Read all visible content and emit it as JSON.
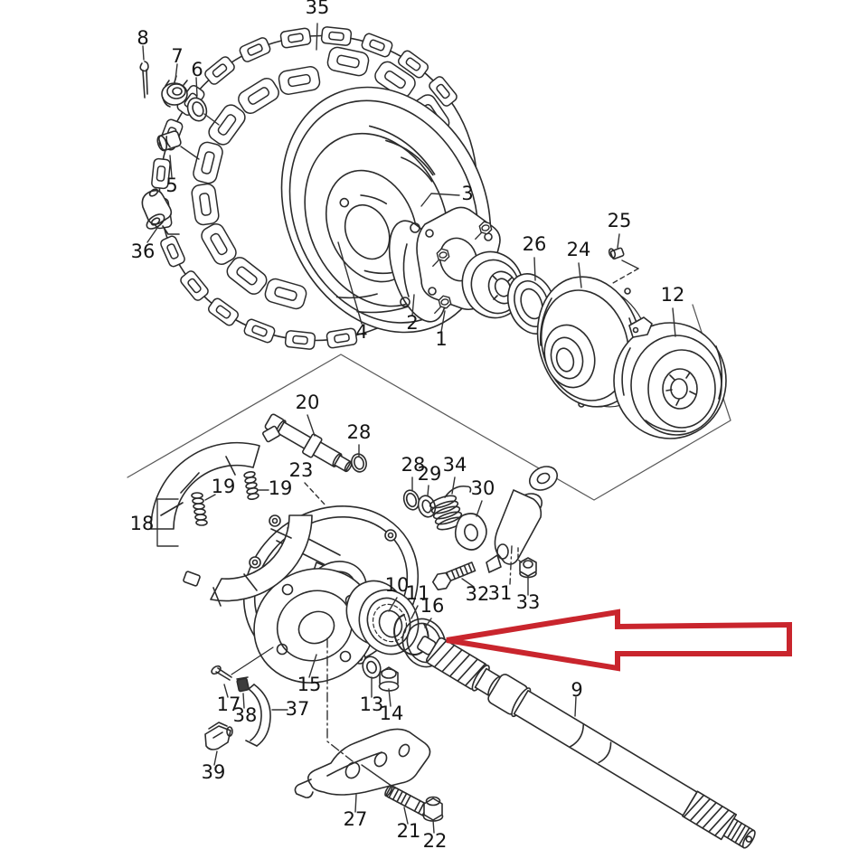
{
  "diagram": {
    "type": "exploded-parts-diagram",
    "subject": "rear wheel assembly",
    "background": "#ffffff",
    "line_color": "#2b2b2b"
  },
  "highlight_arrow": {
    "color": "#c9252d",
    "direction": "left",
    "points_to_part": "16"
  },
  "callouts": {
    "p1": "1",
    "p2": "2",
    "p3": "3",
    "p4": "4",
    "p5": "5",
    "p6": "6",
    "p7": "7",
    "p8": "8",
    "p9": "9",
    "p10": "10",
    "p11": "11",
    "p12": "12",
    "p13": "13",
    "p14": "14",
    "p15": "15",
    "p16": "16",
    "p17": "17",
    "p18": "18",
    "p19a": "19",
    "p19b": "19",
    "p20": "20",
    "p21": "21",
    "p22": "22",
    "p23": "23",
    "p24": "24",
    "p25": "25",
    "p26": "26",
    "p27": "27",
    "p28a": "28",
    "p28b": "28",
    "p29": "29",
    "p30": "30",
    "p31": "31",
    "p32": "32",
    "p33": "33",
    "p34": "34",
    "p35": "35",
    "p36": "36",
    "p37": "37",
    "p38": "38",
    "p39": "39"
  }
}
